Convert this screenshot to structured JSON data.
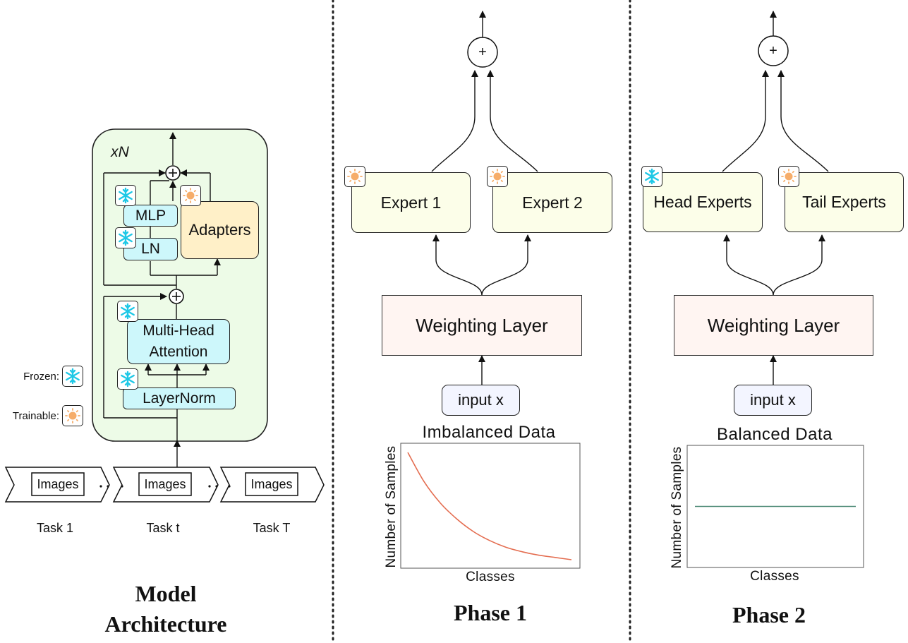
{
  "left": {
    "block_repeat": "xN",
    "modules": {
      "mlp": "MLP",
      "ln": "LN",
      "adapters": "Adapters",
      "mha_line1": "Multi-Head",
      "mha_line2": "Attention",
      "layernorm": "LayerNorm"
    },
    "legend": {
      "frozen": "Frozen:",
      "trainable": "Trainable:"
    },
    "tasks": [
      {
        "chevron": "Images",
        "label": "Task 1"
      },
      {
        "chevron": "Images",
        "label": "Task t"
      },
      {
        "chevron": "Images",
        "label": "Task T"
      }
    ],
    "title_line1": "Model",
    "title_line2": "Architecture"
  },
  "phase1": {
    "plus": "+",
    "expert1": "Expert 1",
    "expert2": "Expert 2",
    "weighting": "Weighting Layer",
    "input": "input x",
    "plot_title": "Imbalanced Data",
    "xlabel": "Classes",
    "ylabel": "Number of Samples",
    "title": "Phase 1"
  },
  "phase2": {
    "plus": "+",
    "expert1": "Head Experts",
    "expert2": "Tail Experts",
    "weighting": "Weighting Layer",
    "input": "input x",
    "plot_title": "Balanced Data",
    "xlabel": "Classes",
    "ylabel": "Number of Samples",
    "title": "Phase 2"
  },
  "icons": {
    "frozen": "snowflake-icon",
    "trainable": "sun-icon"
  },
  "colors": {
    "block_bg": "#edfbe7",
    "frozen_module": "#cdf7fb",
    "adapter": "#fff0c8",
    "expert": "#fcfee9",
    "weighting": "#fff5f2",
    "snowflake": "#1ec8e6",
    "sun": "#f6ad6a",
    "imbalanced_curve": "#e46d50",
    "balanced_line": "#4d8a76"
  },
  "chart_data": [
    {
      "type": "line",
      "title": "Imbalanced Data",
      "xlabel": "Classes",
      "ylabel": "Number of Samples",
      "x": [
        0,
        1,
        2,
        3,
        4,
        5,
        6,
        7,
        8,
        9,
        10
      ],
      "series": [
        {
          "values": [
            1.0,
            0.74,
            0.55,
            0.41,
            0.3,
            0.22,
            0.16,
            0.12,
            0.09,
            0.07,
            0.05
          ]
        }
      ],
      "ylim": [
        0,
        1.05
      ]
    },
    {
      "type": "line",
      "title": "Balanced Data",
      "xlabel": "Classes",
      "ylabel": "Number of Samples",
      "x": [
        0,
        10
      ],
      "series": [
        {
          "values": [
            0.5,
            0.5
          ]
        }
      ],
      "ylim": [
        0,
        1.0
      ]
    }
  ]
}
